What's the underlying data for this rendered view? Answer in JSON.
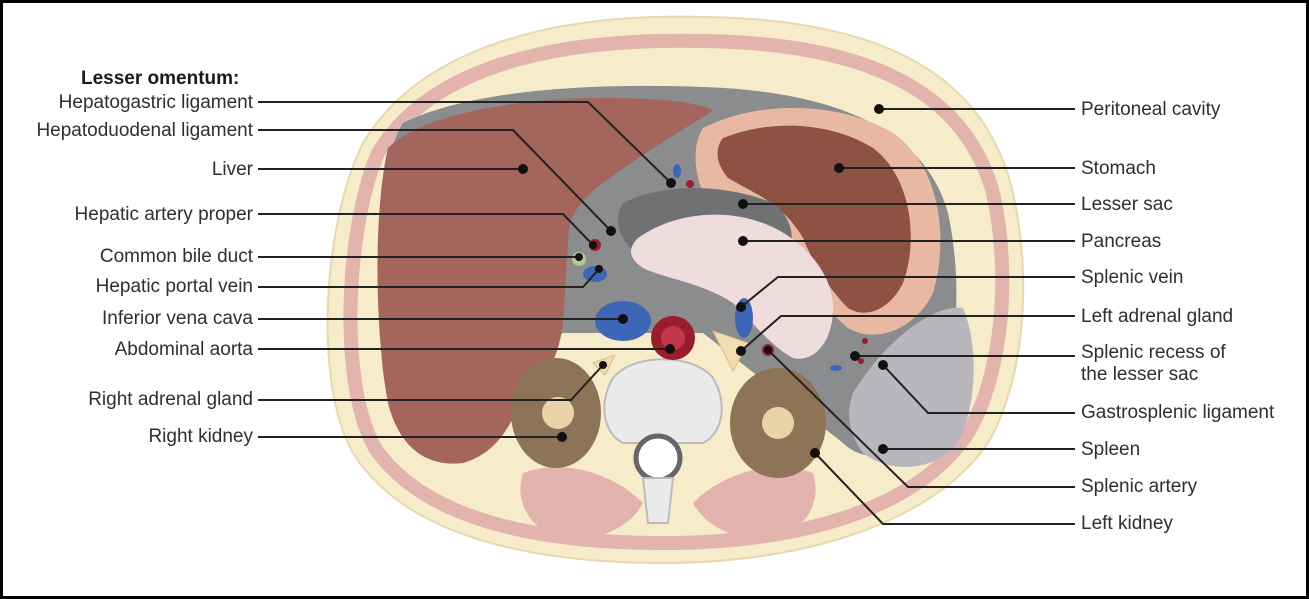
{
  "heading": "Lesser omentum:",
  "labels_left": [
    "Hepatogastric ligament",
    "Hepatoduodenal ligament",
    "Liver",
    "Hepatic artery proper",
    "Common bile duct",
    "Hepatic portal vein",
    "Inferior vena cava",
    "Abdominal aorta",
    "Right adrenal gland",
    "Right kidney"
  ],
  "labels_right": [
    "Peritoneal cavity",
    "Stomach",
    "Lesser sac",
    "Pancreas",
    "Splenic vein",
    "Left adrenal gland",
    "Splenic recess of",
    "the lesser sac",
    "Gastrosplenic ligament",
    "Spleen",
    "Splenic artery",
    "Left kidney"
  ],
  "colors": {
    "liver": "#a4655c",
    "fat": "#f6ecc9",
    "peritoneum_gray": "#8a8c8e",
    "stomach_mucosa": "#8e5245",
    "stomach_wall": "#e9b8a3",
    "pancreas": "#efdcdc",
    "vein_blue": "#3d66b6",
    "artery_red": "#9b1d2c",
    "kidney": "#8d7457",
    "spleen": "#b9b6bd",
    "muscle": "#e3b3ad"
  }
}
